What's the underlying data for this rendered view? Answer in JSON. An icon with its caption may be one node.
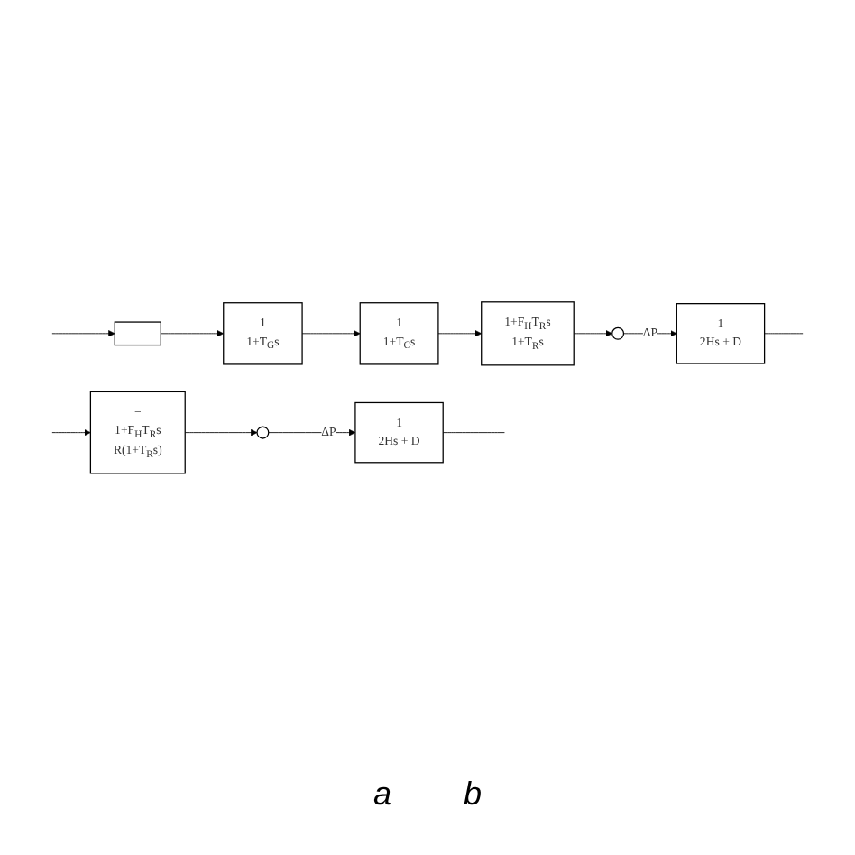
{
  "diagram": {
    "nodes": [
      {
        "text": [],
        "shape": "circle"
      },
      {
        "text": [
          "1",
          "2Hs + D"
        ]
      },
      {
        "text": [
          "1+F$_{H}$T$_{R}$s",
          "1+T$_{R}$s"
        ]
      },
      {
        "text": [
          "1",
          "1+T$_{C}$s"
        ]
      },
      {
        "text": [
          "1",
          "1+T$_{G}$s"
        ]
      },
      {
        "text": [],
        "shape": "box"
      },
      {
        "text": [],
        "shape": "circle"
      },
      {
        "text": [
          "1",
          "2Hs + D"
        ]
      },
      {
        "text": [
          "−",
          "1+F$_{H}$T$_{R}$s",
          "R(1+T$_{R}$s)"
        ]
      }
    ],
    "edges": [
      {
        "from": 0,
        "to": 1,
        "arrow": "to",
        "label": "ΔP"
      },
      {
        "from": 1,
        "to": null,
        "arrow": "none"
      },
      {
        "from": null,
        "to": 5,
        "arrow": "to"
      },
      {
        "from": 5,
        "to": 4,
        "arrow": "to"
      },
      {
        "from": 4,
        "to": 3,
        "arrow": "to"
      },
      {
        "from": 3,
        "to": 2,
        "arrow": "to"
      },
      {
        "from": 2,
        "to": 0,
        "arrow": "to"
      },
      {
        "from": 6,
        "to": 7,
        "arrow": "to",
        "label": "ΔP"
      },
      {
        "from": 7,
        "to": null,
        "arrow": "none"
      },
      {
        "from": null,
        "to": 8,
        "arrow": "to"
      },
      {
        "from": 8,
        "to": 6,
        "arrow": "to"
      }
    ],
    "labels": [
      "a",
      "b"
    ]
  }
}
